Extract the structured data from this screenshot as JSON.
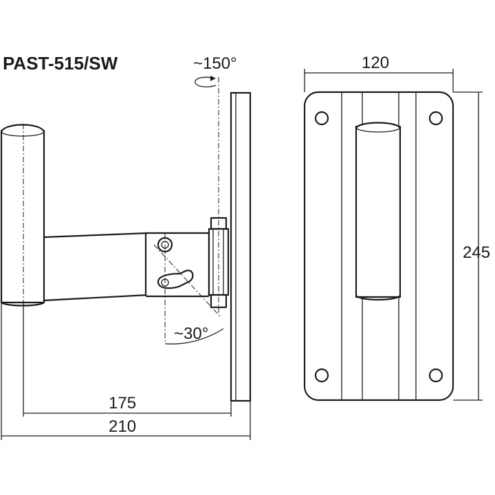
{
  "title": "PAST-515/SW",
  "dimensions": {
    "arm_depth": "175",
    "total_depth": "210",
    "plate_width": "120",
    "plate_height": "245"
  },
  "angles": {
    "swivel": "~150°",
    "tilt": "~30°"
  }
}
